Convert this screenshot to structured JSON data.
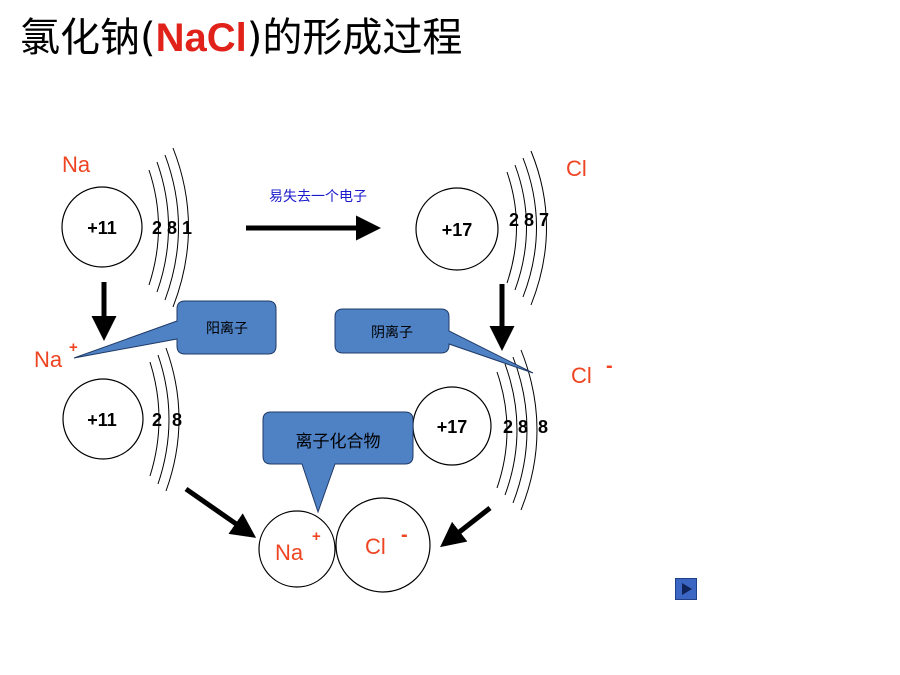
{
  "title": {
    "pre": "氯化钠(",
    "formula": "NaCl",
    "post": ")的形成过程"
  },
  "na_atom": {
    "label": "Na",
    "nucleus": "+11",
    "shells": "2 8 1"
  },
  "cl_atom": {
    "label": "Cl",
    "nucleus": "+17",
    "shells": "2 8 7"
  },
  "transfer_label": "易失去一个电子",
  "na_ion": {
    "label": "Na",
    "charge": "+",
    "nucleus": "+11",
    "shells": "2  8"
  },
  "cl_ion": {
    "label": "Cl",
    "charge": "-",
    "nucleus": "+17",
    "shells": "2 8  8"
  },
  "callouts": {
    "cation": "阳离子",
    "anion": "阴离子",
    "compound": "离子化合物"
  },
  "product": {
    "na": "Na",
    "na_charge": "+",
    "cl": "Cl",
    "cl_charge": "-"
  },
  "colors": {
    "red": "#ee4422",
    "callout_fill": "#4f82c5",
    "callout_stroke": "#1f3a66",
    "blue_text": "#1a1acc"
  },
  "play_icon": "play-icon"
}
